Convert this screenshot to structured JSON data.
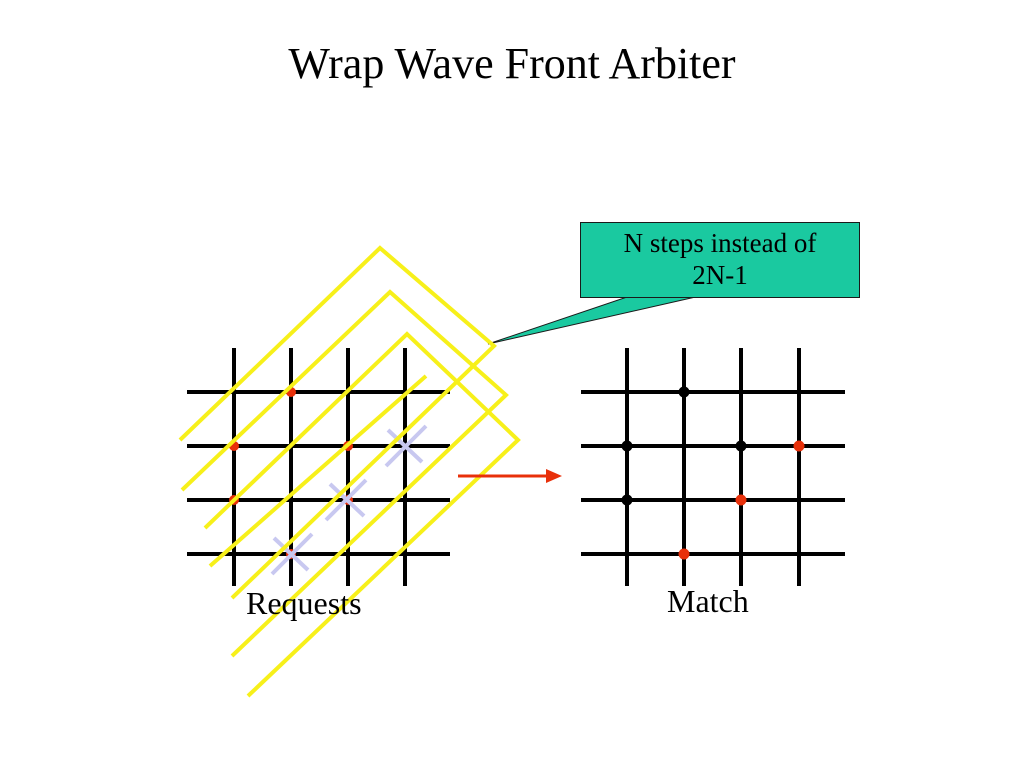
{
  "title": "Wrap Wave Front Arbiter",
  "callout": {
    "line1": "N steps instead of",
    "line2": "2N-1"
  },
  "labels": {
    "requests": "Requests",
    "match": "Match"
  },
  "colors": {
    "grid": "#000000",
    "wavefront": "#f7f01a",
    "request_dot": "#e8300a",
    "match_dot": "#000000",
    "arrow": "#e8300a",
    "callout_fill": "#1ac9a0",
    "cross_marks": "#c8c8f0"
  },
  "grid_size": 4,
  "request_grid": {
    "requests": [
      [
        0,
        1
      ],
      [
        1,
        0
      ],
      [
        1,
        2
      ],
      [
        2,
        0
      ],
      [
        2,
        2
      ],
      [
        3,
        1
      ]
    ],
    "cross_marks": [
      [
        1,
        3
      ],
      [
        2,
        2
      ],
      [
        3,
        1
      ]
    ]
  },
  "match_grid": {
    "black_points": [
      [
        0,
        1
      ],
      [
        1,
        0
      ],
      [
        1,
        2
      ],
      [
        2,
        0
      ]
    ],
    "red_points": [
      [
        1,
        3
      ],
      [
        2,
        2
      ],
      [
        3,
        1
      ]
    ]
  }
}
